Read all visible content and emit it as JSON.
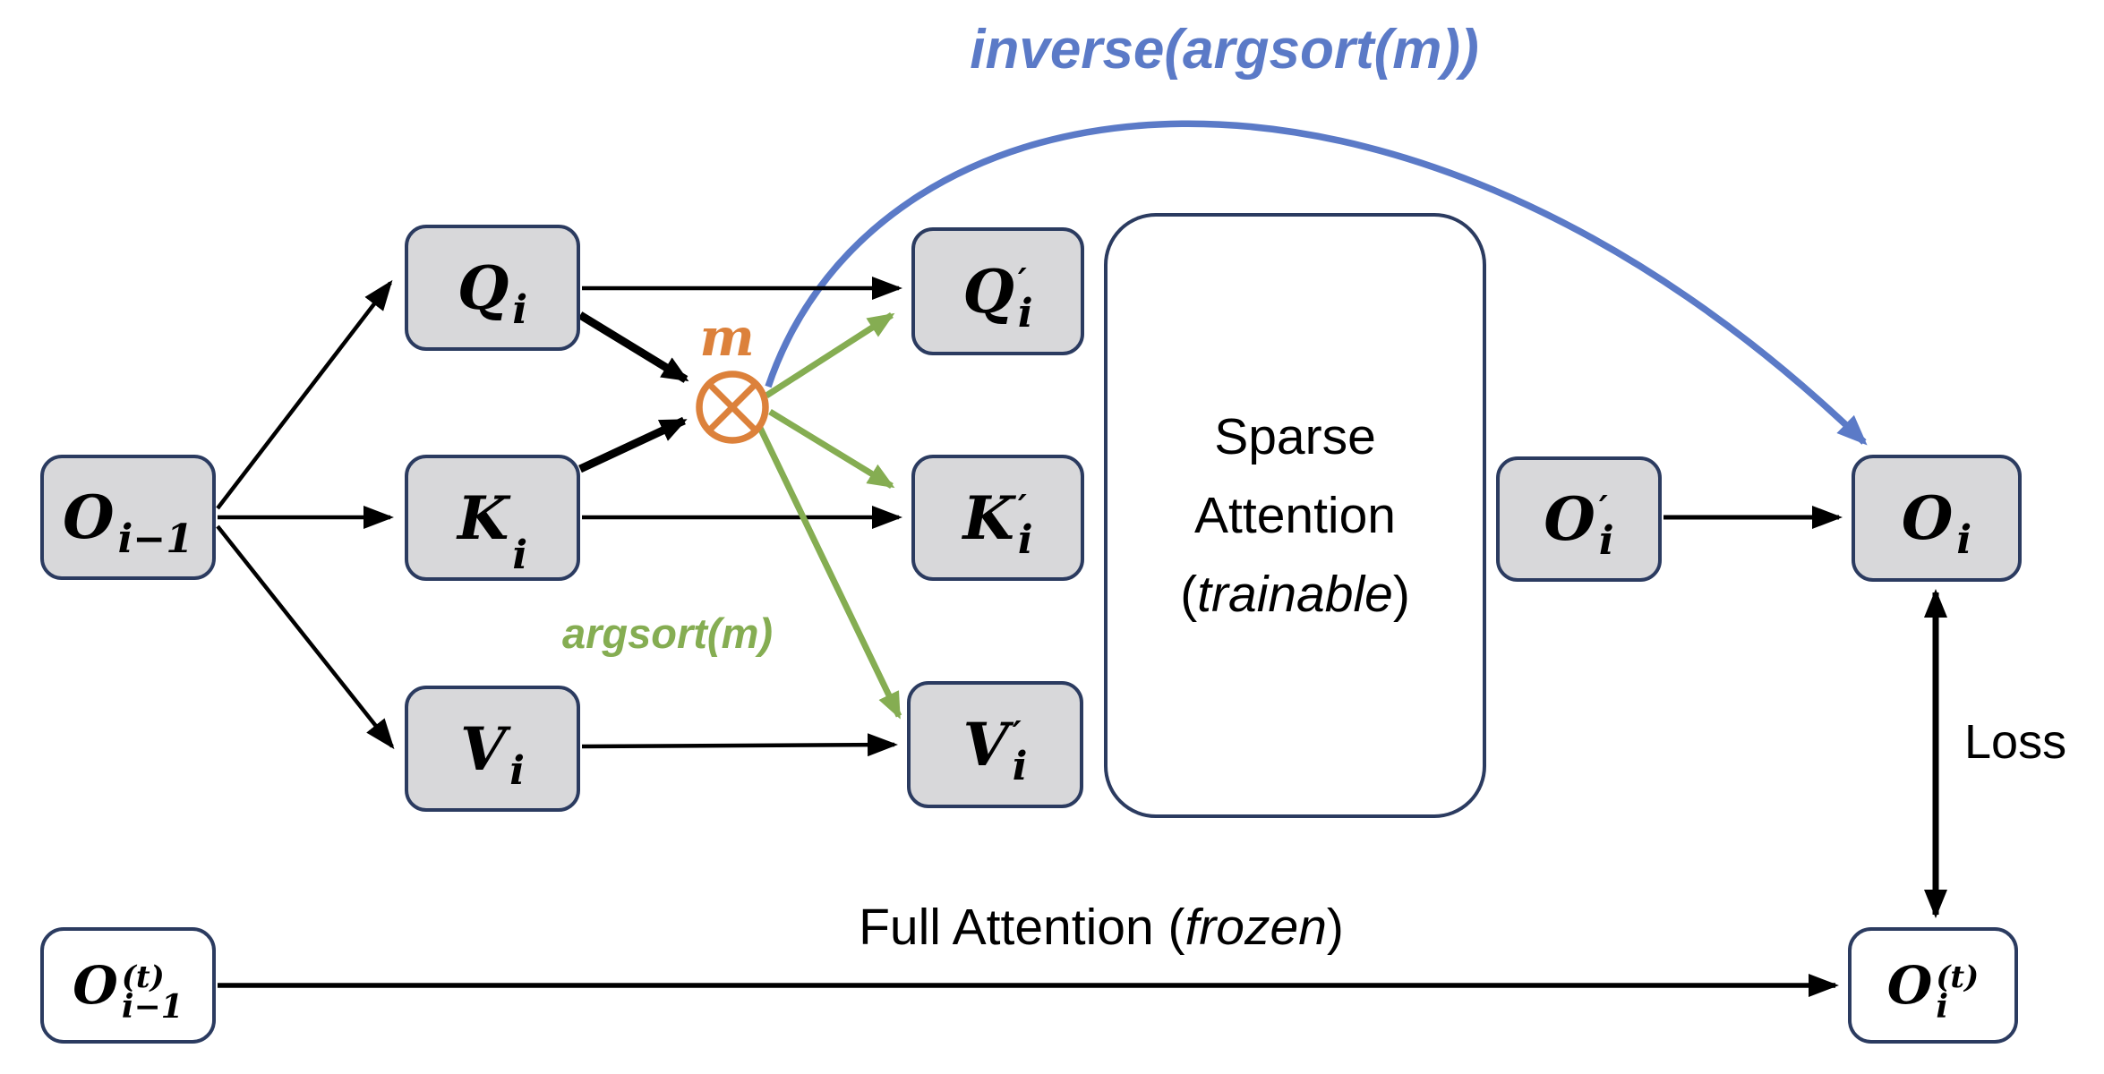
{
  "diagram": {
    "boxes": {
      "o_prev": {
        "base": "O",
        "sup": "",
        "sub": "i−1"
      },
      "q": {
        "base": "Q",
        "sup": "",
        "sub": "i"
      },
      "k": {
        "base": "K",
        "sup": "",
        "sub": "i"
      },
      "v": {
        "base": "V",
        "sup": "",
        "sub": "i"
      },
      "q_perm": {
        "base": "Q",
        "sup": "′",
        "sub": "i"
      },
      "k_perm": {
        "base": "K",
        "sup": "′",
        "sub": "i"
      },
      "v_perm": {
        "base": "V",
        "sup": "′",
        "sub": "i"
      },
      "o_perm": {
        "base": "O",
        "sup": "′",
        "sub": "i"
      },
      "o_out": {
        "base": "O",
        "sup": "",
        "sub": "i"
      },
      "o_teacher_prev": {
        "base": "O",
        "sup": "(t)",
        "sub": "i−1"
      },
      "o_teacher": {
        "base": "O",
        "sup": "(t)",
        "sub": "i"
      }
    },
    "sparse_box": {
      "line1": "Sparse",
      "line2": "Attention",
      "paren_open": "(",
      "italic_word": "trainable",
      "paren_close": ")"
    },
    "labels": {
      "mask": "m",
      "argsort": "argsort(m)",
      "inverse": "inverse(argsort(m))",
      "full_attention_pre": "Full Attention (",
      "full_attention_italic": "frozen",
      "full_attention_post": ")",
      "loss": "Loss"
    },
    "colors": {
      "box_fill": "#d8d8da",
      "box_border": "#2b3b60",
      "orange": "#dc813b",
      "green": "#85ad52",
      "blue": "#5b7ac7",
      "black": "#000000",
      "background": "#ffffff"
    }
  }
}
